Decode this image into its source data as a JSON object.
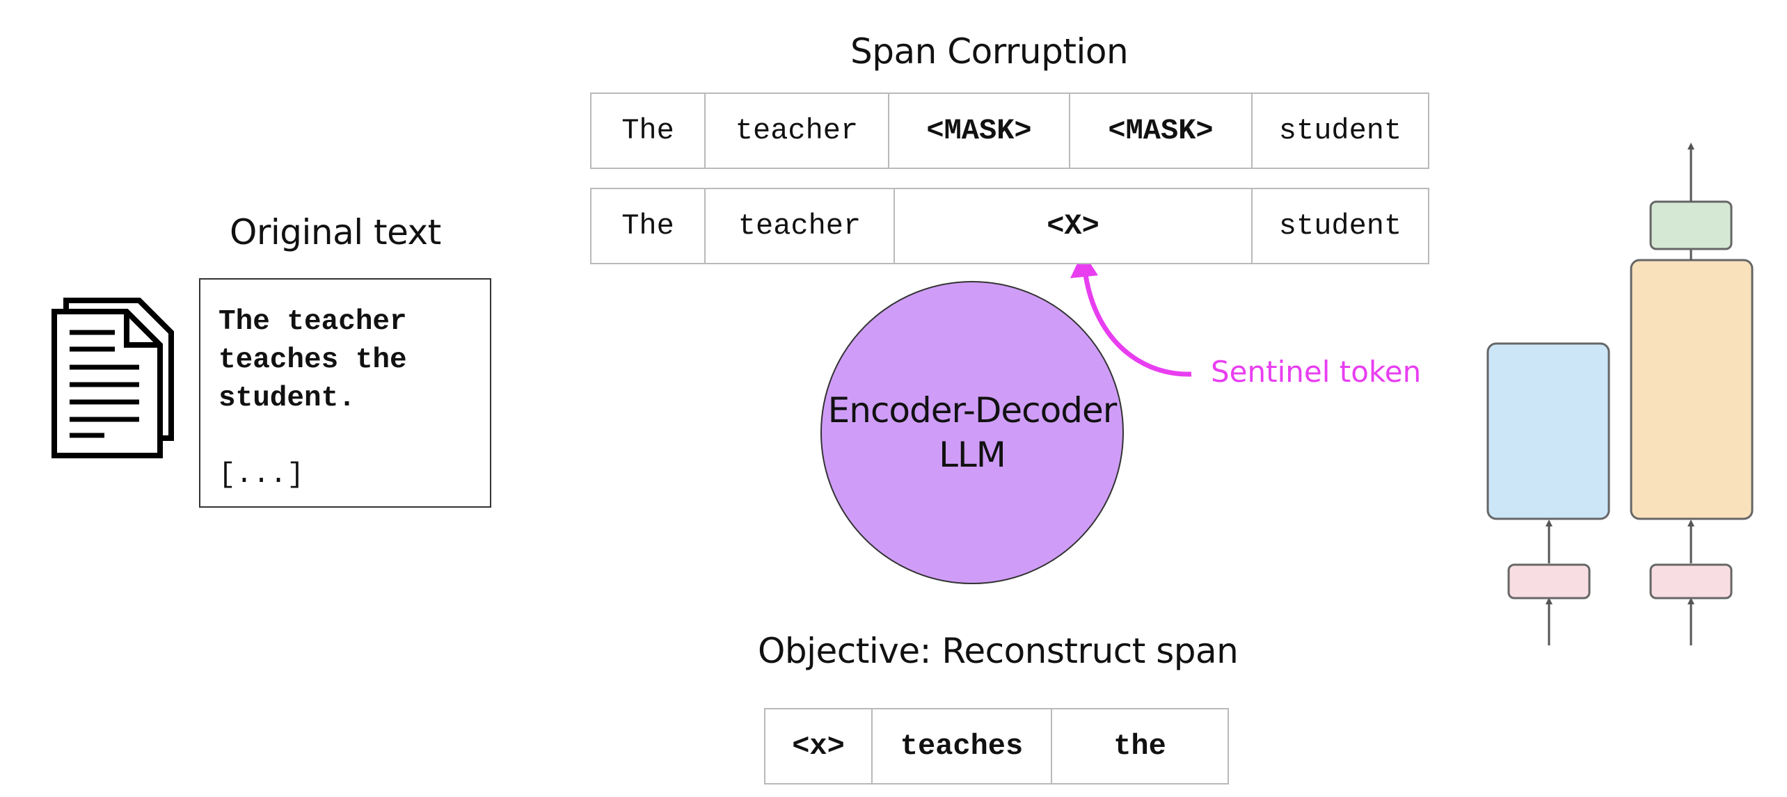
{
  "original": {
    "heading": "Original text",
    "lines": [
      "The teacher",
      "teaches the",
      "student."
    ],
    "ellipsis": "[...]"
  },
  "span_corruption": {
    "heading": "Span Corruption",
    "masked_row": [
      "The",
      "teacher",
      "<MASK>",
      "<MASK>",
      "student"
    ],
    "sentinel_row": [
      "The",
      "teacher",
      "<X>",
      "student"
    ]
  },
  "model": {
    "line1": "Encoder-Decoder",
    "line2": "LLM"
  },
  "sentinel_label": "Sentinel token",
  "objective": {
    "heading": "Objective: Reconstruct span",
    "row": [
      "<x>",
      "teaches",
      "the"
    ]
  },
  "colors": {
    "llm_circle": "#cf9df7",
    "sentinel": "#e83ef0",
    "encoder": "#cce6f8",
    "decoder": "#f9e1bc",
    "output": "#d5e8d4",
    "embedding": "#f8dde3"
  },
  "icons": [
    "documents-icon",
    "encoder-decoder-architecture-icon"
  ]
}
